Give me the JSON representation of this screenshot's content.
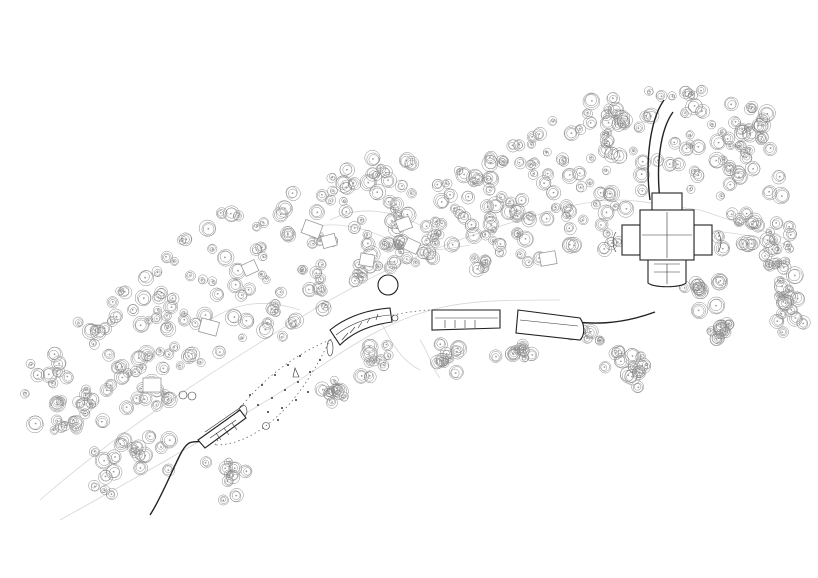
{
  "drawing": {
    "kind": "architectural site plan",
    "labels": [],
    "colors": {
      "background": "#ffffff",
      "ink": "#222222",
      "trees": "#8a8a8a",
      "paths": "#d6d6d6"
    }
  },
  "components": [
    {
      "name": "main-building-cross-plan"
    },
    {
      "name": "curved-wing-building-west"
    },
    {
      "name": "curved-wing-building-middle"
    },
    {
      "name": "curved-wing-building-east"
    },
    {
      "name": "entry-pavilion"
    },
    {
      "name": "central-plaza"
    },
    {
      "name": "circular-feature"
    },
    {
      "name": "woodland-trees"
    },
    {
      "name": "access-road"
    }
  ]
}
